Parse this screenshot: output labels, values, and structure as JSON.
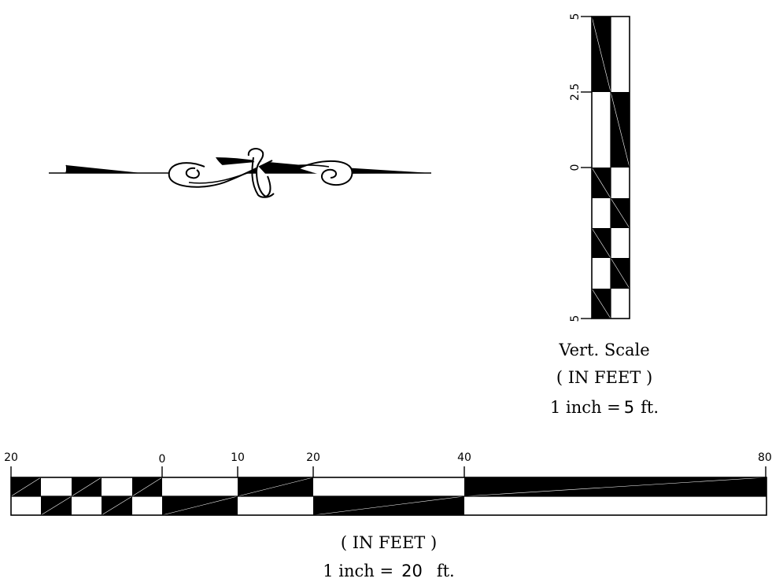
{
  "north_arrow_ornament": {
    "icon": "scroll-flourish-north-arrow-icon"
  },
  "vertical_scale": {
    "tick_labels": [
      "5",
      "2.5",
      "0",
      "5"
    ],
    "caption_title": "Vert. Scale",
    "caption_units": "( IN FEET )",
    "ratio_prefix": "1 inch =",
    "ratio_value": "5",
    "ratio_suffix": "ft."
  },
  "horizontal_scale": {
    "tick_labels": [
      "20",
      "0",
      "10",
      "20",
      "40",
      "80"
    ],
    "caption_units": "( IN FEET )",
    "ratio_prefix": "1 inch =",
    "ratio_value": "20",
    "ratio_suffix": "ft."
  },
  "colors": {
    "ink": "#000000",
    "paper": "#ffffff"
  }
}
